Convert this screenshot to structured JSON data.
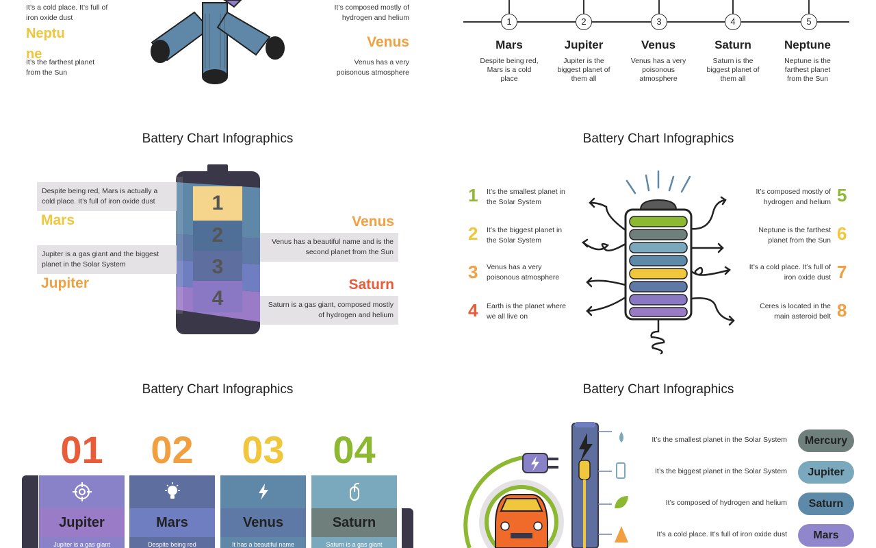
{
  "slide1": {
    "iron_text": "It’s a cold place. It’s full of iron oxide dust",
    "neptune_name": "Neptune",
    "neptune_desc": "It’s the farthest planet from the Sun",
    "hydrogen_text": "It’s composed mostly of hydrogen and helium",
    "venus_name": "Venus",
    "venus_desc": "Venus has a very poisonous atmosphere"
  },
  "slide2": {
    "steps": [
      {
        "num": "1",
        "name": "Mars",
        "desc": "Despite being red, Mars is a cold place"
      },
      {
        "num": "2",
        "name": "Jupiter",
        "desc": "Jupiter is the biggest planet of them all"
      },
      {
        "num": "3",
        "name": "Venus",
        "desc": "Venus has a very poisonous atmosphere"
      },
      {
        "num": "4",
        "name": "Saturn",
        "desc": "Saturn is the biggest planet of them all"
      },
      {
        "num": "5",
        "name": "Neptune",
        "desc": "Neptune is the farthest planet from the Sun"
      }
    ]
  },
  "slide3": {
    "title": "Battery Chart Infographics",
    "mars_box": "Despite being red, Mars is actually a cold place. It’s full of iron oxide dust",
    "mars_label": "Mars",
    "jupiter_box": "Jupiter is a gas giant and the biggest planet in the Solar System",
    "jupiter_label": "Jupiter",
    "venus_label": "Venus",
    "venus_box": "Venus has a beautiful name and is the second planet from the Sun",
    "saturn_label": "Saturn",
    "saturn_box": "Saturn is a gas giant, composed mostly of hydrogen and helium",
    "segments": [
      "1",
      "2",
      "3",
      "4"
    ],
    "colors": {
      "mars": "#f0c63c",
      "jupiter": "#f0a040",
      "venus": "#f0a040",
      "saturn": "#e85c3a"
    }
  },
  "slide4": {
    "title": "Battery Chart Infographics",
    "left": [
      {
        "num": "1",
        "text": "It’s the smallest planet in the Solar System",
        "color": "#8cb832"
      },
      {
        "num": "2",
        "text": "It’s the biggest planet in the Solar System",
        "color": "#f0c63c"
      },
      {
        "num": "3",
        "text": "Venus has a very poisonous atmosphere",
        "color": "#f0a040"
      },
      {
        "num": "4",
        "text": "Earth is the planet where we all live on",
        "color": "#e85c3a"
      }
    ],
    "right": [
      {
        "num": "5",
        "text": "It’s composed mostly of hydrogen and helium",
        "color": "#8cb832"
      },
      {
        "num": "6",
        "text": "Neptune is the farthest planet from the Sun",
        "color": "#f0c63c"
      },
      {
        "num": "7",
        "text": "It’s a cold place. It’s full of iron oxide dust",
        "color": "#f0a040"
      },
      {
        "num": "8",
        "text": "Ceres is located in the main asteroid belt",
        "color": "#f0a040"
      }
    ]
  },
  "slide5": {
    "title": "Battery Chart Infographics",
    "columns": [
      {
        "num": "01",
        "name": "Jupiter",
        "color": "#e85c3a",
        "icon": "target-icon",
        "cut_text": "Jupiter is a gas giant"
      },
      {
        "num": "02",
        "name": "Mars",
        "color": "#f0a040",
        "icon": "lightbulb-icon",
        "cut_text": "Despite being red"
      },
      {
        "num": "03",
        "name": "Venus",
        "color": "#f0c63c",
        "icon": "lightning-icon",
        "cut_text": "It has a beautiful name"
      },
      {
        "num": "04",
        "name": "Saturn",
        "color": "#8cb832",
        "icon": "mouse-icon",
        "cut_text": "Saturn is a gas giant"
      }
    ]
  },
  "slide6": {
    "title": "Battery Chart Infographics",
    "rows": [
      {
        "text": "It’s the smallest planet in the Solar System",
        "pill": "Mercury",
        "color": "#6e7f7c"
      },
      {
        "text": "It’s the biggest planet in the Solar System",
        "pill": "Jupiter",
        "color": "#7aa9bd"
      },
      {
        "text": "It’s composed of hydrogen and helium",
        "pill": "Saturn",
        "color": "#5e8aaa"
      },
      {
        "text": "It’s a cold place. It’s full of iron oxide dust",
        "pill": "Mars",
        "color": "#8f86cc"
      }
    ]
  }
}
